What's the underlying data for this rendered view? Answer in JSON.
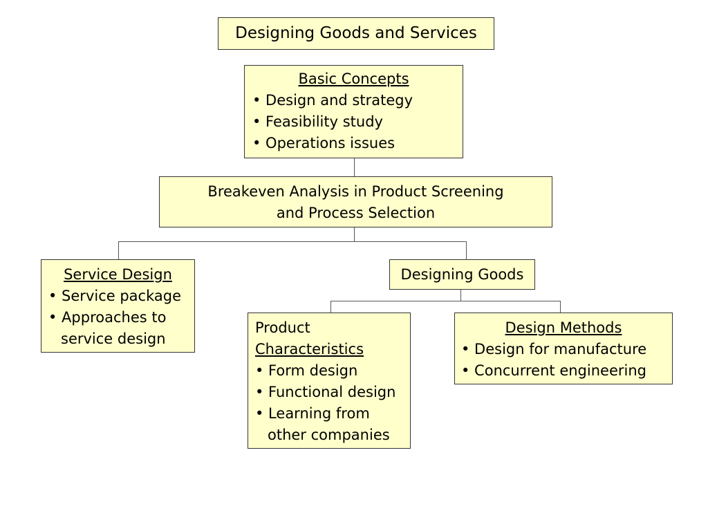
{
  "title": "Designing Goods and Services",
  "basic_concepts": {
    "heading": "Basic Concepts",
    "items": [
      "• Design and strategy",
      "• Feasibility study",
      "• Operations issues"
    ]
  },
  "breakeven": {
    "line1": "Breakeven Analysis in Product Screening",
    "line2": "and Process Selection"
  },
  "service_design": {
    "heading": "Service Design",
    "items": [
      "• Service package",
      "• Approaches to",
      "service design"
    ]
  },
  "designing_goods": {
    "label": "Designing Goods"
  },
  "product_characteristics": {
    "heading_line1": "Product",
    "heading_line2": "Characteristics",
    "items": [
      "• Form design",
      "• Functional design",
      "• Learning from",
      "other companies"
    ]
  },
  "design_methods": {
    "heading": "Design Methods",
    "items": [
      "• Design for manufacture",
      "• Concurrent engineering"
    ]
  },
  "colors": {
    "box_fill": "#ffffcc",
    "box_border": "#333333",
    "connector": "#555555"
  }
}
